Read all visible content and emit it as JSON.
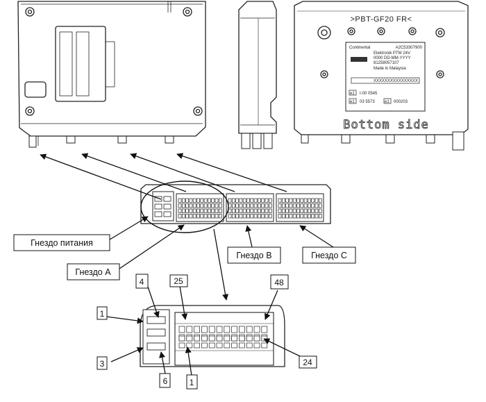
{
  "module": {
    "part_id": ">PBT-GF20 FR<",
    "side_caption": "Bottom side"
  },
  "nameplate": {
    "manufacturer": "Continental",
    "part_number": "A2C53307900",
    "line_product": "Elektronik PTM 24V",
    "line_date": "0000    DD-MM-YYYY",
    "line_code": "81258057107",
    "line_origin": "Made in Malaysia",
    "line_serial": "XXXXXXXXXXXXXXXX",
    "cert_1": "I-00  0545",
    "cert_2": "03  5573",
    "cert_3": "000203",
    "cert_mark": "e1"
  },
  "labels": {
    "power_socket": "Гнездо питания",
    "socket_a": "Гнездо A",
    "socket_b": "Гнездо B",
    "socket_c": "Гнездо C"
  },
  "pin_callouts": {
    "power_pin_1": "1",
    "power_pin_3": "3",
    "power_pin_4": "4",
    "power_pin_6": "6",
    "socket_pin_25": "25",
    "socket_pin_48": "48",
    "socket_pin_24": "24",
    "socket_pin_1": "1"
  },
  "colors": {
    "line": "#222222",
    "fill": "#ffffff"
  }
}
